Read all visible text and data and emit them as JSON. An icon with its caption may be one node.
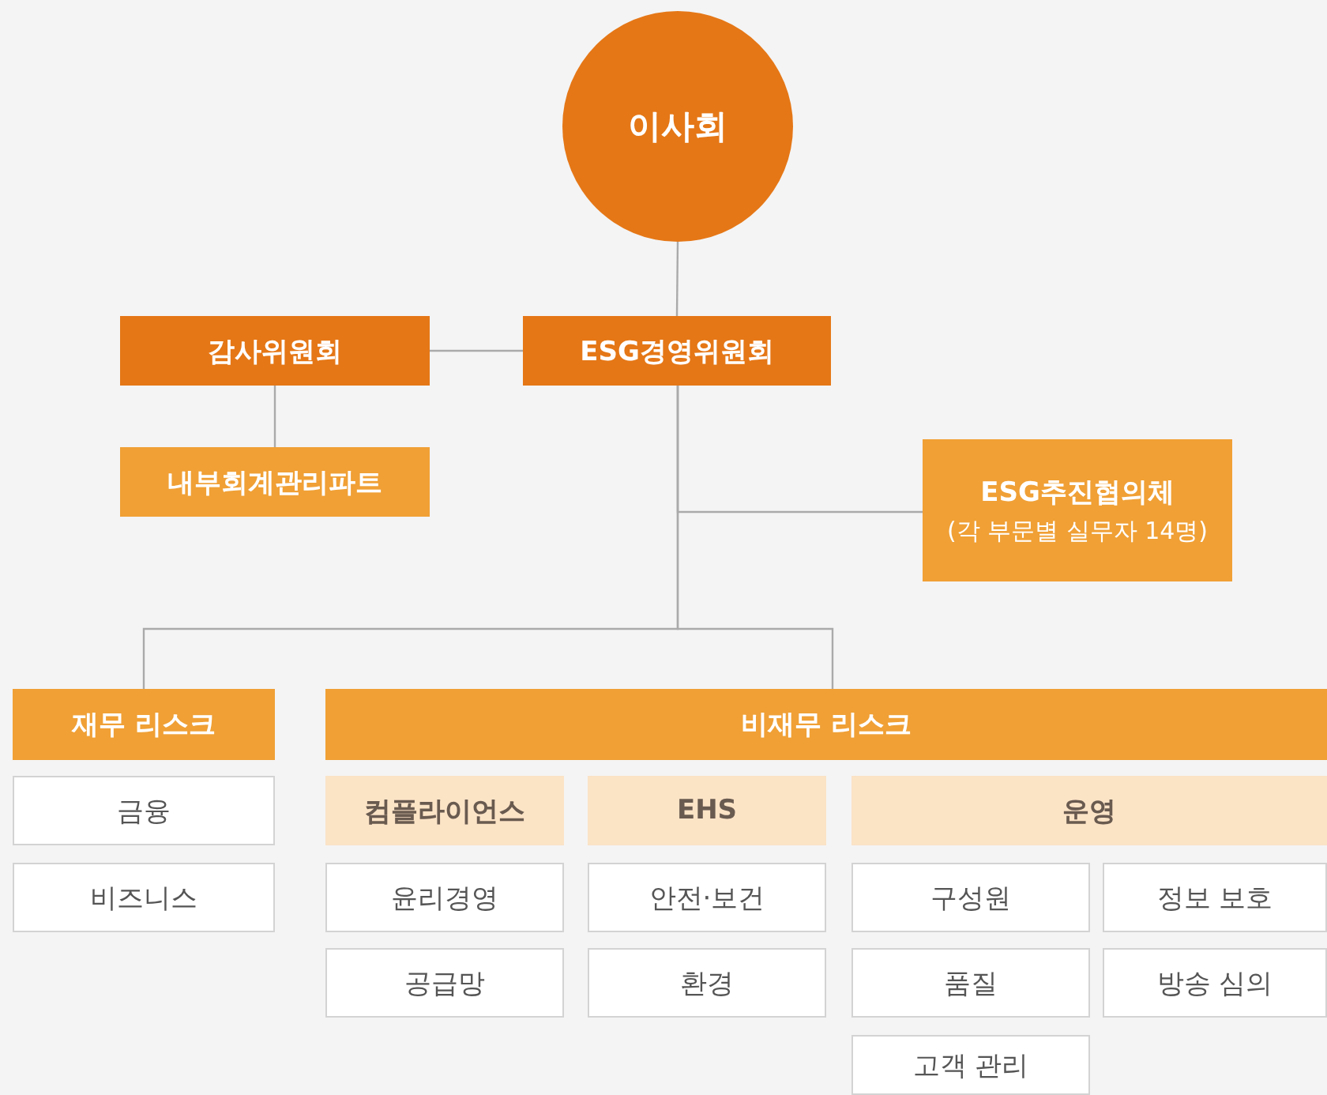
{
  "diagram": {
    "nodes": [
      {
        "text": [
          "이사회"
        ]
      },
      {
        "text": [
          "감사위원회"
        ]
      },
      {
        "text": [
          "ESG경영위원회"
        ]
      },
      {
        "text": [
          "내부회계관리파트"
        ]
      },
      {
        "text": [
          "ESG추진협의체",
          "(각 부문별 실무자 14명)"
        ]
      },
      {
        "text": [
          "재무 리스크"
        ]
      },
      {
        "text": [
          "비재무 리스크"
        ]
      },
      {
        "text": [
          "금융"
        ]
      },
      {
        "text": [
          "비즈니스"
        ]
      },
      {
        "text": [
          "컴플라이언스"
        ]
      },
      {
        "text": [
          "EHS"
        ]
      },
      {
        "text": [
          "운영"
        ]
      },
      {
        "text": [
          "윤리경영"
        ]
      },
      {
        "text": [
          "공급망"
        ]
      },
      {
        "text": [
          "안전·보건"
        ]
      },
      {
        "text": [
          "환경"
        ]
      },
      {
        "text": [
          "구성원"
        ]
      },
      {
        "text": [
          "정보 보호"
        ]
      },
      {
        "text": [
          "품질"
        ]
      },
      {
        "text": [
          "방송 심의"
        ]
      },
      {
        "text": [
          "고객 관리"
        ]
      }
    ],
    "edges": [
      {
        "from": 0,
        "to": 2,
        "arrow": "none"
      },
      {
        "from": 1,
        "to": 2,
        "arrow": "none"
      },
      {
        "from": 1,
        "to": 3,
        "arrow": "none"
      },
      {
        "from": 2,
        "to": 4,
        "arrow": "none"
      },
      {
        "from": 2,
        "to": 5,
        "arrow": "none"
      },
      {
        "from": 2,
        "to": 6,
        "arrow": "none"
      }
    ]
  }
}
